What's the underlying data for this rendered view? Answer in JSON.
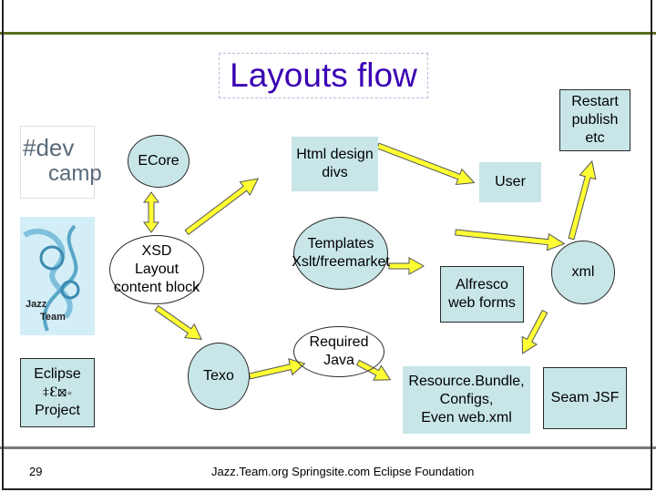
{
  "title": "Layouts flow",
  "logos": {
    "devcamp": {
      "hash_dev": "#dev",
      "camp": "camp"
    },
    "jazzteam": {
      "line1": "Jazz",
      "line2": "Team"
    }
  },
  "nodes": {
    "ecore": "ECore",
    "xsd": "XSD\nLayout\ncontent block",
    "html_design": "Html design\ndivs",
    "templates": "Templates\nXslt/freemarket",
    "user": "User",
    "restart": "Restart\npublish\netc",
    "alfresco": "Alfresco\nweb forms",
    "xml": "xml",
    "texo": "Texo",
    "required_java": "Required Java",
    "resource_bundle": "Resource.Bundle,\nConfigs,\nEven web.xml",
    "seam_jsf": "Seam JSF",
    "eclipse_project": "Eclipse\n⧧ℇ⊠∘\nProject"
  },
  "footer": {
    "page_number": "29",
    "credits": "Jazz.Team.org  Springsite.com  Eclipse Foundation"
  },
  "colors": {
    "title": "#3a00b4",
    "node_fill": "#c8e6e8",
    "arrow_fill": "#ffff33",
    "arrow_stroke": "#555555",
    "bar_top": "#5a6e1e"
  }
}
